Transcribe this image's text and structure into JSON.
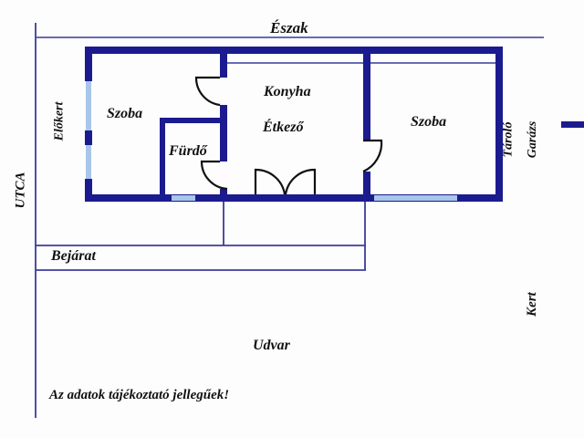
{
  "plan": {
    "title_note": "Az adatok tájékoztató jellegűek!",
    "colors": {
      "wall": "#1b1b8f",
      "wall_dark": "#181878",
      "window": "#a8c6ea",
      "thin_line": "#3b3b9c",
      "door_arc": "#111111",
      "text": "#111111",
      "background": "#fdfdfd"
    },
    "orientation": {
      "north_label": "Észak"
    },
    "surroundings": [
      {
        "name": "street",
        "label": "UTCA",
        "orientation": "vertical"
      },
      {
        "name": "front-garden",
        "label": "Előkert",
        "orientation": "vertical"
      },
      {
        "name": "storage",
        "label": "Tároló",
        "orientation": "vertical"
      },
      {
        "name": "garage",
        "label": "Garázs",
        "orientation": "vertical"
      },
      {
        "name": "garden",
        "label": "Kert",
        "orientation": "vertical"
      },
      {
        "name": "yard",
        "label": "Udvar",
        "orientation": "horizontal"
      },
      {
        "name": "entrance",
        "label": "Bejárat",
        "orientation": "horizontal"
      }
    ],
    "rooms": [
      {
        "name": "room-left",
        "label": "Szoba"
      },
      {
        "name": "bathroom",
        "label": "Fürdő"
      },
      {
        "name": "kitchen",
        "label": "Konyha"
      },
      {
        "name": "dining",
        "label": "Étkező"
      },
      {
        "name": "room-right",
        "label": "Szoba"
      }
    ],
    "legend_bar": {
      "name": "garage-marker",
      "label": ""
    }
  }
}
